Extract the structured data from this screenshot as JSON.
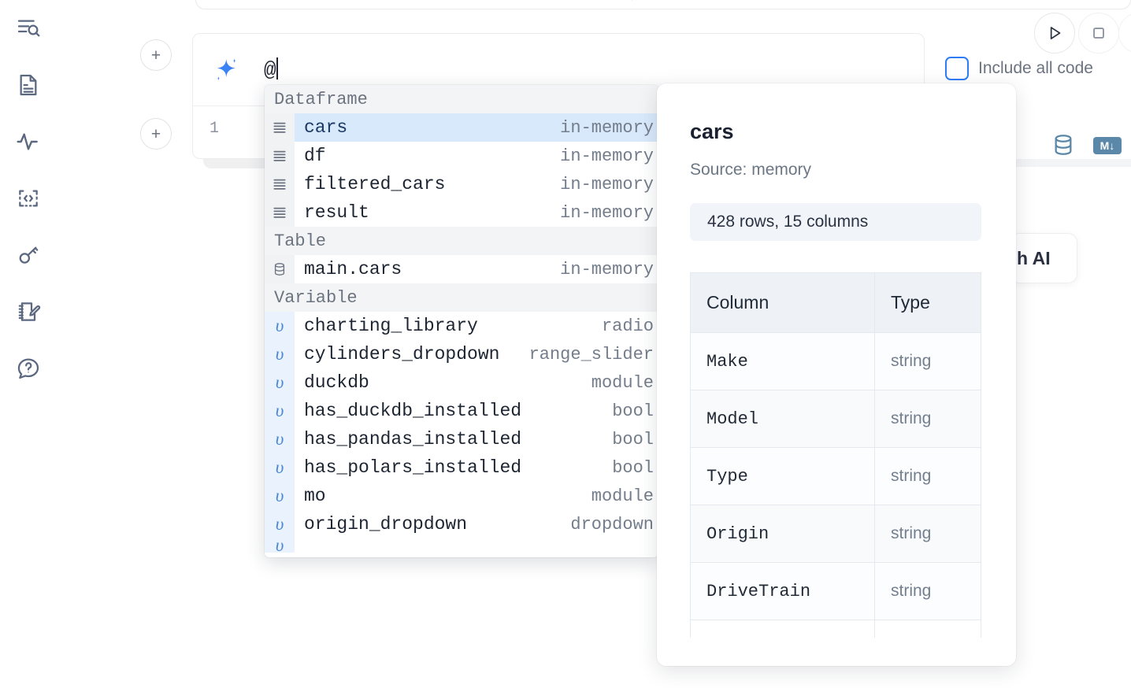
{
  "sidebar": {
    "items": [
      {
        "name": "explore-icon",
        "label": "Explore"
      },
      {
        "name": "document-icon",
        "label": "Notebook file"
      },
      {
        "name": "activity-icon",
        "label": "Activity"
      },
      {
        "name": "code-icon",
        "label": "Snippets"
      },
      {
        "name": "key-icon",
        "label": "Secrets"
      },
      {
        "name": "notes-icon",
        "label": "Scratchpad"
      },
      {
        "name": "help-icon",
        "label": "Help"
      }
    ]
  },
  "toolbar": {
    "add_cell_label": "+",
    "run_label": "Run",
    "stop_label": "Stop",
    "include_all_code_label": "Include all code",
    "include_all_code_checked": false,
    "accent_color": "#2f7df6",
    "icon_color": "#5b87a8",
    "markdown_badge_label": "M",
    "database_icon_name": "database-icon",
    "ai_button_label": "h AI"
  },
  "ai_cell": {
    "input_value": "@",
    "line_number": "1",
    "sparkle_icon": "sparkle-icon"
  },
  "autocomplete": {
    "groups": [
      {
        "label": "Dataframe",
        "icon": "dataframe-icon",
        "kind": "df",
        "items": [
          {
            "name": "cars",
            "type": "in-memory",
            "selected": true
          },
          {
            "name": "df",
            "type": "in-memory",
            "selected": false
          },
          {
            "name": "filtered_cars",
            "type": "in-memory",
            "selected": false
          },
          {
            "name": "result",
            "type": "in-memory",
            "selected": false
          }
        ]
      },
      {
        "label": "Table",
        "icon": "table-icon",
        "kind": "tbl",
        "items": [
          {
            "name": "main.cars",
            "type": "in-memory",
            "selected": false
          }
        ]
      },
      {
        "label": "Variable",
        "icon": "variable-icon",
        "kind": "var",
        "items": [
          {
            "name": "charting_library",
            "type": "radio",
            "selected": false
          },
          {
            "name": "cylinders_dropdown",
            "type": "range_slider",
            "selected": false
          },
          {
            "name": "duckdb",
            "type": "module",
            "selected": false
          },
          {
            "name": "has_duckdb_installed",
            "type": "bool",
            "selected": false
          },
          {
            "name": "has_pandas_installed",
            "type": "bool",
            "selected": false
          },
          {
            "name": "has_polars_installed",
            "type": "bool",
            "selected": false
          },
          {
            "name": "mo",
            "type": "module",
            "selected": false
          },
          {
            "name": "origin_dropdown",
            "type": "dropdown",
            "selected": false
          }
        ]
      }
    ]
  },
  "detail_panel": {
    "title": "cars",
    "source": "Source: memory",
    "shape": "428 rows, 15 columns",
    "headers": [
      "Column",
      "Type"
    ],
    "rows": [
      {
        "column": "Make",
        "type": "string"
      },
      {
        "column": "Model",
        "type": "string"
      },
      {
        "column": "Type",
        "type": "string"
      },
      {
        "column": "Origin",
        "type": "string"
      },
      {
        "column": "DriveTrain",
        "type": "string"
      }
    ]
  }
}
